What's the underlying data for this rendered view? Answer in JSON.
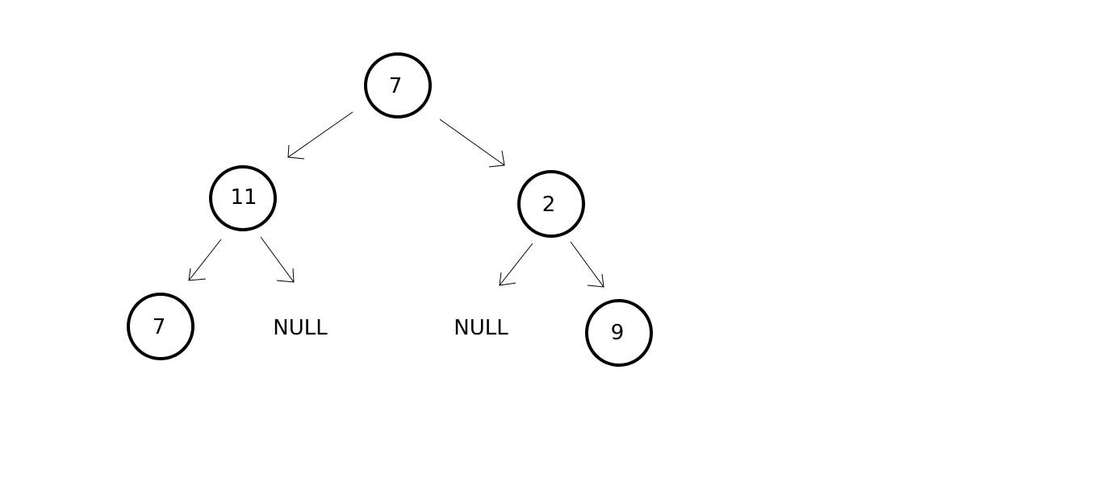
{
  "tree": {
    "root": {
      "value": "7"
    },
    "left": {
      "value": "11"
    },
    "right": {
      "value": "2"
    },
    "left_left": {
      "value": "7"
    },
    "left_right": {
      "text": "NULL"
    },
    "right_left": {
      "text": "NULL"
    },
    "right_right": {
      "value": "9"
    }
  },
  "colors": {
    "stroke": "#000000",
    "background": "#ffffff"
  }
}
